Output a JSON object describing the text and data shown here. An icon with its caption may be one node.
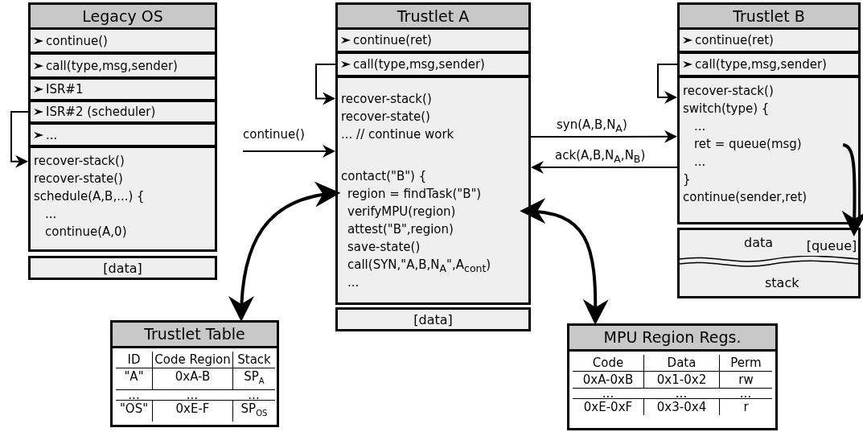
{
  "diagram": {
    "nodes": [
      {
        "text": [
          "Legacy OS"
        ]
      },
      {
        "text": [
          "continue()"
        ],
        "in": 0
      },
      {
        "text": [
          "call(type,msg,sender)"
        ],
        "in": 0
      },
      {
        "text": [
          "ISR#1"
        ],
        "in": 0
      },
      {
        "text": [
          "ISR#2 (scheduler)"
        ],
        "in": 0
      },
      {
        "text": [
          "..."
        ],
        "in": 0
      },
      {
        "text": [
          "recover-stack()",
          "recover-state()",
          "schedule(A,B,...) {",
          "...",
          "continue(A,0)"
        ],
        "in": 0
      },
      {
        "text": [
          "[data]"
        ]
      },
      {
        "text": [
          "Trustlet A"
        ]
      },
      {
        "text": [
          "continue(ret)"
        ],
        "in": 8
      },
      {
        "text": [
          "call(type,msg,sender)"
        ],
        "in": 8
      },
      {
        "text": [
          "recover-stack()",
          "recover-state()",
          "...  // continue work",
          "contact(\"B\") {",
          "region = findTask(\"B\")",
          "verifyMPU(region)",
          "attest(\"B\",region)",
          "save-state()",
          "call(SYN,\"A,B,N$_{A}$\",A$_{cont}$)",
          "..."
        ],
        "in": 8
      },
      {
        "text": [
          "[data]"
        ]
      },
      {
        "text": [
          "Trustlet B"
        ]
      },
      {
        "text": [
          "continue(ret)"
        ],
        "in": 13
      },
      {
        "text": [
          "call(type,msg,sender)"
        ],
        "in": 13
      },
      {
        "text": [
          "recover-stack()",
          "switch(type) {",
          "...",
          "ret = queue(msg)",
          "...",
          "}",
          "continue(sender,ret)"
        ],
        "in": 13
      },
      {
        "text": [
          "data",
          "stack"
        ]
      },
      {
        "text": [
          "[queue]"
        ],
        "in": 17
      },
      {
        "text": [
          "Trustlet Table",
          "ID",
          "Code Region",
          "Stack",
          "\"A\"",
          "0xA-B",
          "SP$_{A}$",
          "...",
          "...",
          "...",
          "\"OS\"",
          "0xE-F",
          "SP$_{OS}$"
        ]
      },
      {
        "text": [
          "MPU Region Regs.",
          "Code",
          "Data",
          "Perm",
          "0xA-0xB",
          "0x1-0x2",
          "rw",
          "...",
          "...",
          "...",
          "0xE-0xF",
          "0x3-0x4",
          "r"
        ]
      }
    ],
    "edges": [
      {
        "from": 4,
        "to": 6,
        "arrow": "to"
      },
      {
        "from": 10,
        "to": 11,
        "arrow": "to"
      },
      {
        "from": 15,
        "to": 16,
        "arrow": "to"
      },
      {
        "from": null,
        "to": 11,
        "arrow": "to",
        "label": "continue()"
      },
      {
        "from": 11,
        "to": 16,
        "arrow": "to",
        "label": "syn(A,B,N$_{A}$)"
      },
      {
        "from": 16,
        "to": 11,
        "arrow": "to",
        "label": "ack(A,B,N$_{A}$,N$_{B}$)"
      },
      {
        "from": 11,
        "to": 19,
        "arrow": "both",
        "style": "thick"
      },
      {
        "from": 11,
        "to": 20,
        "arrow": "both",
        "style": "thick"
      },
      {
        "from": 16,
        "to": 18,
        "arrow": "to",
        "style": "thick"
      }
    ]
  }
}
